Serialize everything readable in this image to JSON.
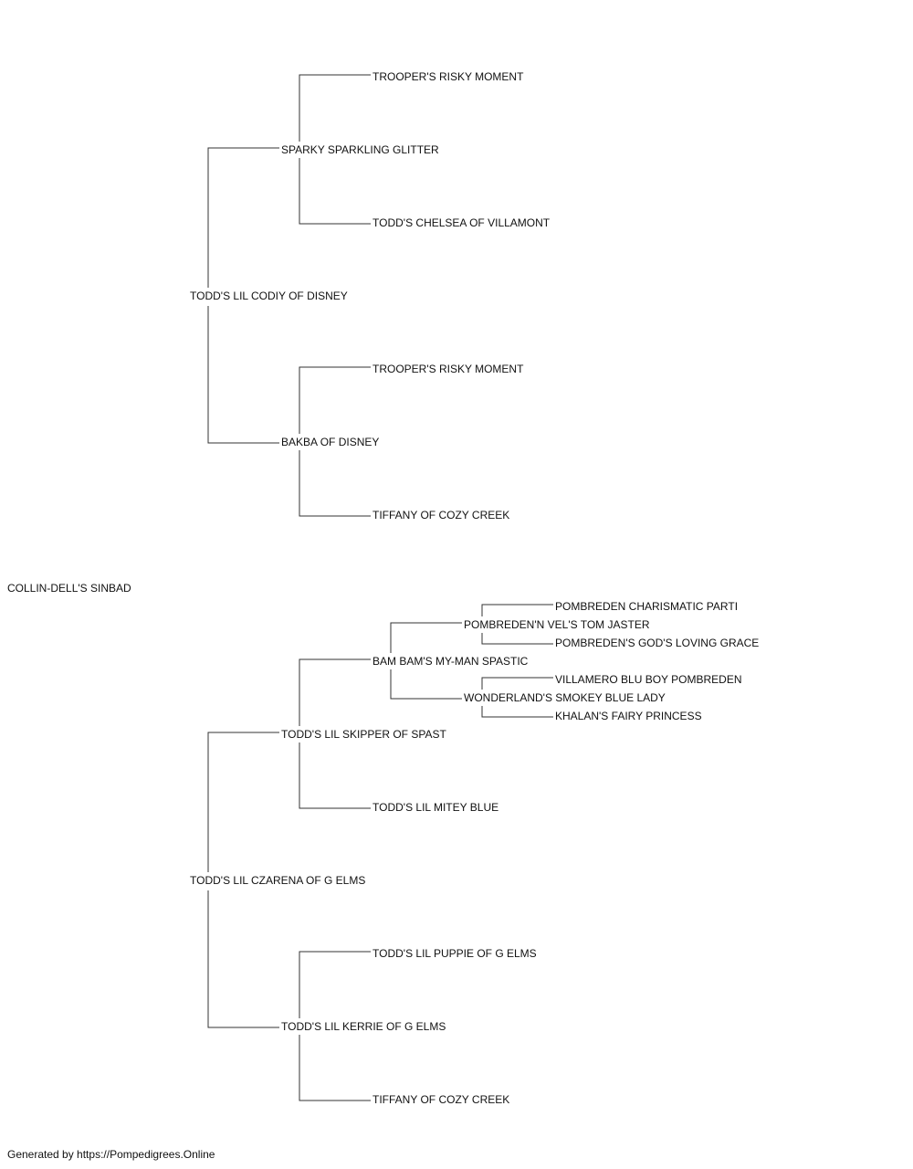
{
  "pedigree": {
    "subject": "COLLIN-DELL'S SINBAD",
    "sire": {
      "name": "TODD'S LIL CODIY OF DISNEY",
      "sire": {
        "name": "SPARKY SPARKLING GLITTER",
        "sire": {
          "name": "TROOPER'S RISKY MOMENT"
        },
        "dam": {
          "name": "TODD'S CHELSEA OF VILLAMONT"
        }
      },
      "dam": {
        "name": "BAKBA OF DISNEY",
        "sire": {
          "name": "TROOPER'S RISKY MOMENT"
        },
        "dam": {
          "name": "TIFFANY OF COZY CREEK"
        }
      }
    },
    "dam": {
      "name": "TODD'S LIL CZARENA OF G ELMS",
      "sire": {
        "name": "TODD'S LIL SKIPPER OF SPAST",
        "sire": {
          "name": "BAM BAM'S MY-MAN SPASTIC",
          "sire": {
            "name": "POMBREDEN'N VEL'S TOM JASTER",
            "sire": {
              "name": "POMBREDEN CHARISMATIC PARTI"
            },
            "dam": {
              "name": "POMBREDEN'S GOD'S LOVING GRACE"
            }
          },
          "dam": {
            "name": "WONDERLAND'S SMOKEY BLUE LADY",
            "sire": {
              "name": "VILLAMERO BLU BOY POMBREDEN"
            },
            "dam": {
              "name": "KHALAN'S FAIRY PRINCESS"
            }
          }
        },
        "dam": {
          "name": "TODD'S LIL MITEY BLUE"
        }
      },
      "dam": {
        "name": "TODD'S LIL KERRIE OF G ELMS",
        "sire": {
          "name": "TODD'S LIL PUPPIE OF G ELMS"
        },
        "dam": {
          "name": "TIFFANY OF COZY CREEK"
        }
      }
    }
  },
  "footer": "Generated by https://Pompedigrees.Online"
}
